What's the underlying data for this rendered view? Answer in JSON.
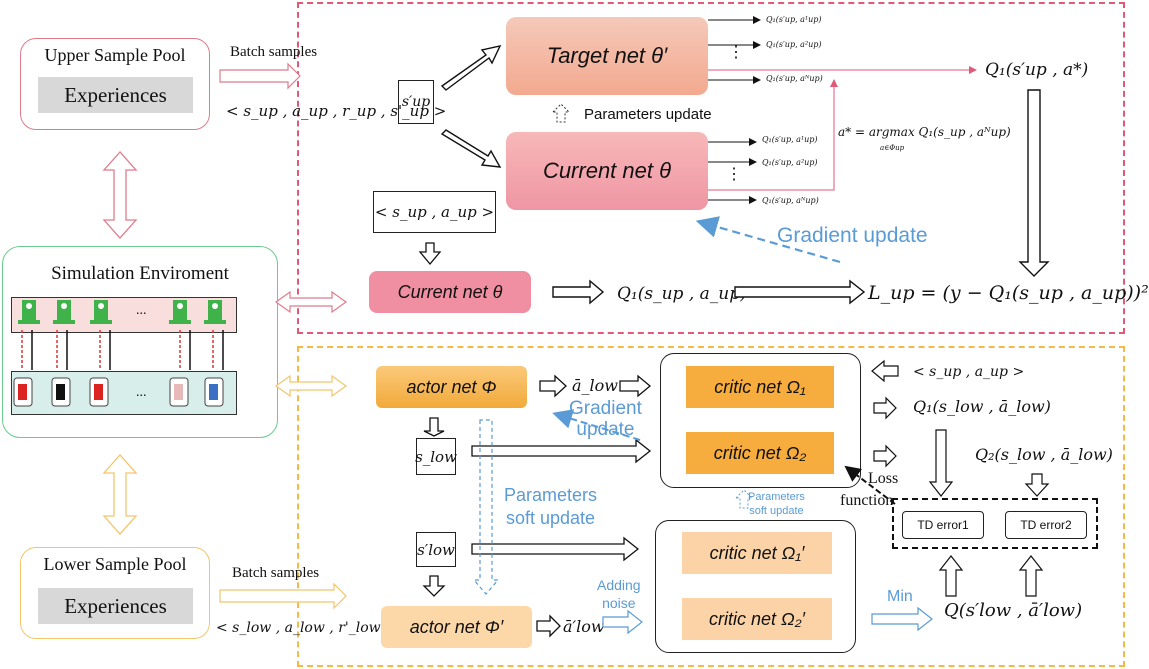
{
  "upper_pool": {
    "title": "Upper Sample Pool",
    "content": "Experiences",
    "batch": "Batch samples",
    "tuple": "< s_up , a_up , r_up , s'_up >"
  },
  "lower_pool": {
    "title": "Lower Sample Pool",
    "content": "Experiences",
    "batch": "Batch samples",
    "tuple": "< s_low , a_low , r'_low , s'_low"
  },
  "sim": {
    "title": "Simulation Enviroment",
    "dots": "..."
  },
  "upper": {
    "target_net": "Target net θ′",
    "current_net": "Current net θ",
    "current_net2": "Current net θ",
    "params_update": "Parameters update",
    "gradient_update": "Gradient update",
    "s_up_prime": "s′up",
    "s_a_up": "< s_up , a_up >",
    "q_target_outputs": [
      "Q₁(s′up, a¹up)",
      "Q₁(s′up, a²up)",
      "Q₁(s′up, aᴺup)"
    ],
    "q_current_outputs": [
      "Q₁(s′up, a¹up)",
      "Q₁(s′up, a²up)",
      "Q₁(s′up, aᴺup)"
    ],
    "vdots": "⋮",
    "q_target_max": "Q₁(s′up , a*)",
    "argmax": "a* = argmax Q₁(s_up , aᴺup)",
    "argmax_sub": "a∈Φup",
    "q_current": "Q₁(s_up , a_up)",
    "loss": "L_up = (y − Q₁(s_up , a_up))²"
  },
  "lower": {
    "actor": "actor net Φ",
    "actor_target": "actor net Φ′",
    "critic1": "critic net Ω₁",
    "critic2": "critic net Ω₂",
    "critic1_t": "critic net Ω₁′",
    "critic2_t": "critic net Ω₂′",
    "a_low": "ā_low",
    "a_low_prime": "ā′low",
    "s_low": "s_low",
    "s_low_prime": "s′low",
    "gradient_update": [
      "Gradient",
      "update"
    ],
    "params_soft": [
      "Parameters",
      "soft update"
    ],
    "params_soft_small": [
      "Parameters",
      "soft update"
    ],
    "adding_noise": [
      "Adding",
      "noise"
    ],
    "s_a_up": "< s_up , a_up >",
    "q1": "Q₁(s_low , ā_low)",
    "q2": "Q₂(s_low , ā_low)",
    "loss_function": [
      "Loss",
      "function"
    ],
    "td1": "TD error1",
    "td2": "TD error2",
    "min": "Min",
    "q_target": "Q(s′low , ā′low)"
  },
  "colors": {
    "upper_border": "#e05a78",
    "lower_border": "#f5b94a",
    "pool_upper": "#e07b8c",
    "pool_lower": "#f2c56b",
    "sim_border": "#6ccb8e",
    "blue": "#5b9bd5"
  }
}
